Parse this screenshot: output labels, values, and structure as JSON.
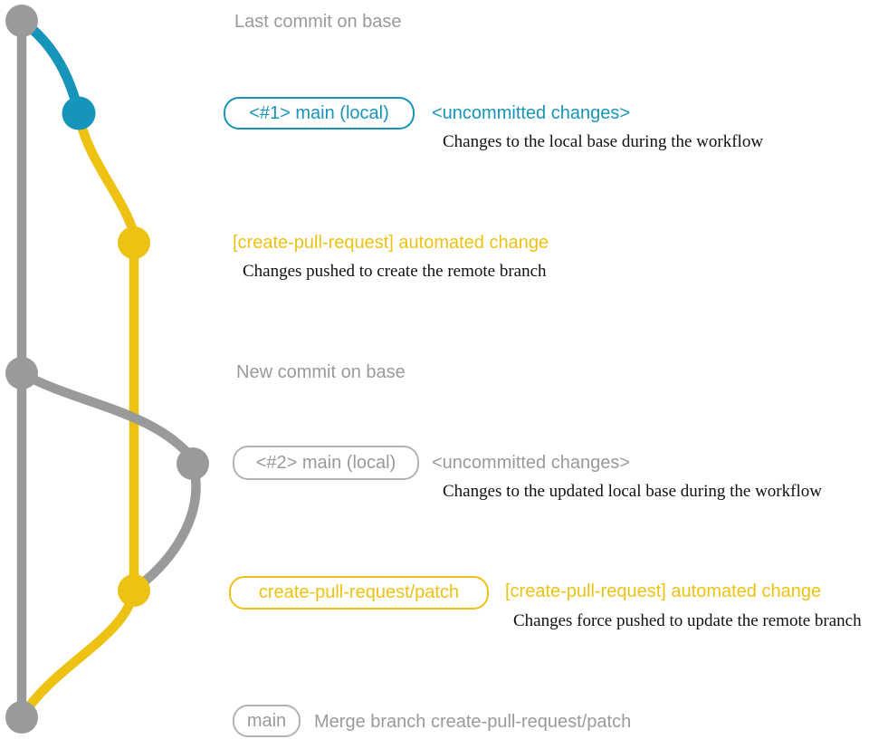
{
  "colors": {
    "gray": "#9A9A9A",
    "gray_border": "#B3B3B3",
    "blue": "#1794B9",
    "yellow": "#EDC213",
    "caption": "#111111",
    "background": "#FFFFFF"
  },
  "annotations": {
    "last_commit": "Last commit on base",
    "new_commit": "New commit on base"
  },
  "steps": {
    "step1": {
      "badge": "<#1> main (local)",
      "note": "<uncommitted changes>",
      "caption": "Changes to the local base during the workflow"
    },
    "step2": {
      "note": "[create-pull-request] automated change",
      "caption": "Changes pushed to create the remote branch"
    },
    "step3": {
      "badge": "<#2> main (local)",
      "note": "<uncommitted changes>",
      "caption": "Changes to the updated local base during the workflow"
    },
    "step4": {
      "badge": "create-pull-request/patch",
      "note": "[create-pull-request] automated change",
      "caption": "Changes force pushed to update the remote branch"
    },
    "step5": {
      "badge": "main",
      "note": "Merge branch create-pull-request/patch"
    }
  },
  "graph": {
    "branches": [
      {
        "name": "base",
        "color": "#9A9A9A"
      },
      {
        "name": "main (local)",
        "color": "#1794B9"
      },
      {
        "name": "create-pull-request/patch",
        "color": "#EDC213"
      }
    ],
    "commits": [
      {
        "id": "last-commit-on-base",
        "branch": "base"
      },
      {
        "id": "local-main-commit-1",
        "branch": "main (local)"
      },
      {
        "id": "pr-branch-commit-1",
        "branch": "create-pull-request/patch"
      },
      {
        "id": "new-commit-on-base",
        "branch": "base"
      },
      {
        "id": "local-main-commit-2",
        "branch": "main (local)"
      },
      {
        "id": "pr-branch-commit-2",
        "branch": "create-pull-request/patch"
      },
      {
        "id": "merge-commit",
        "branch": "base"
      }
    ]
  }
}
